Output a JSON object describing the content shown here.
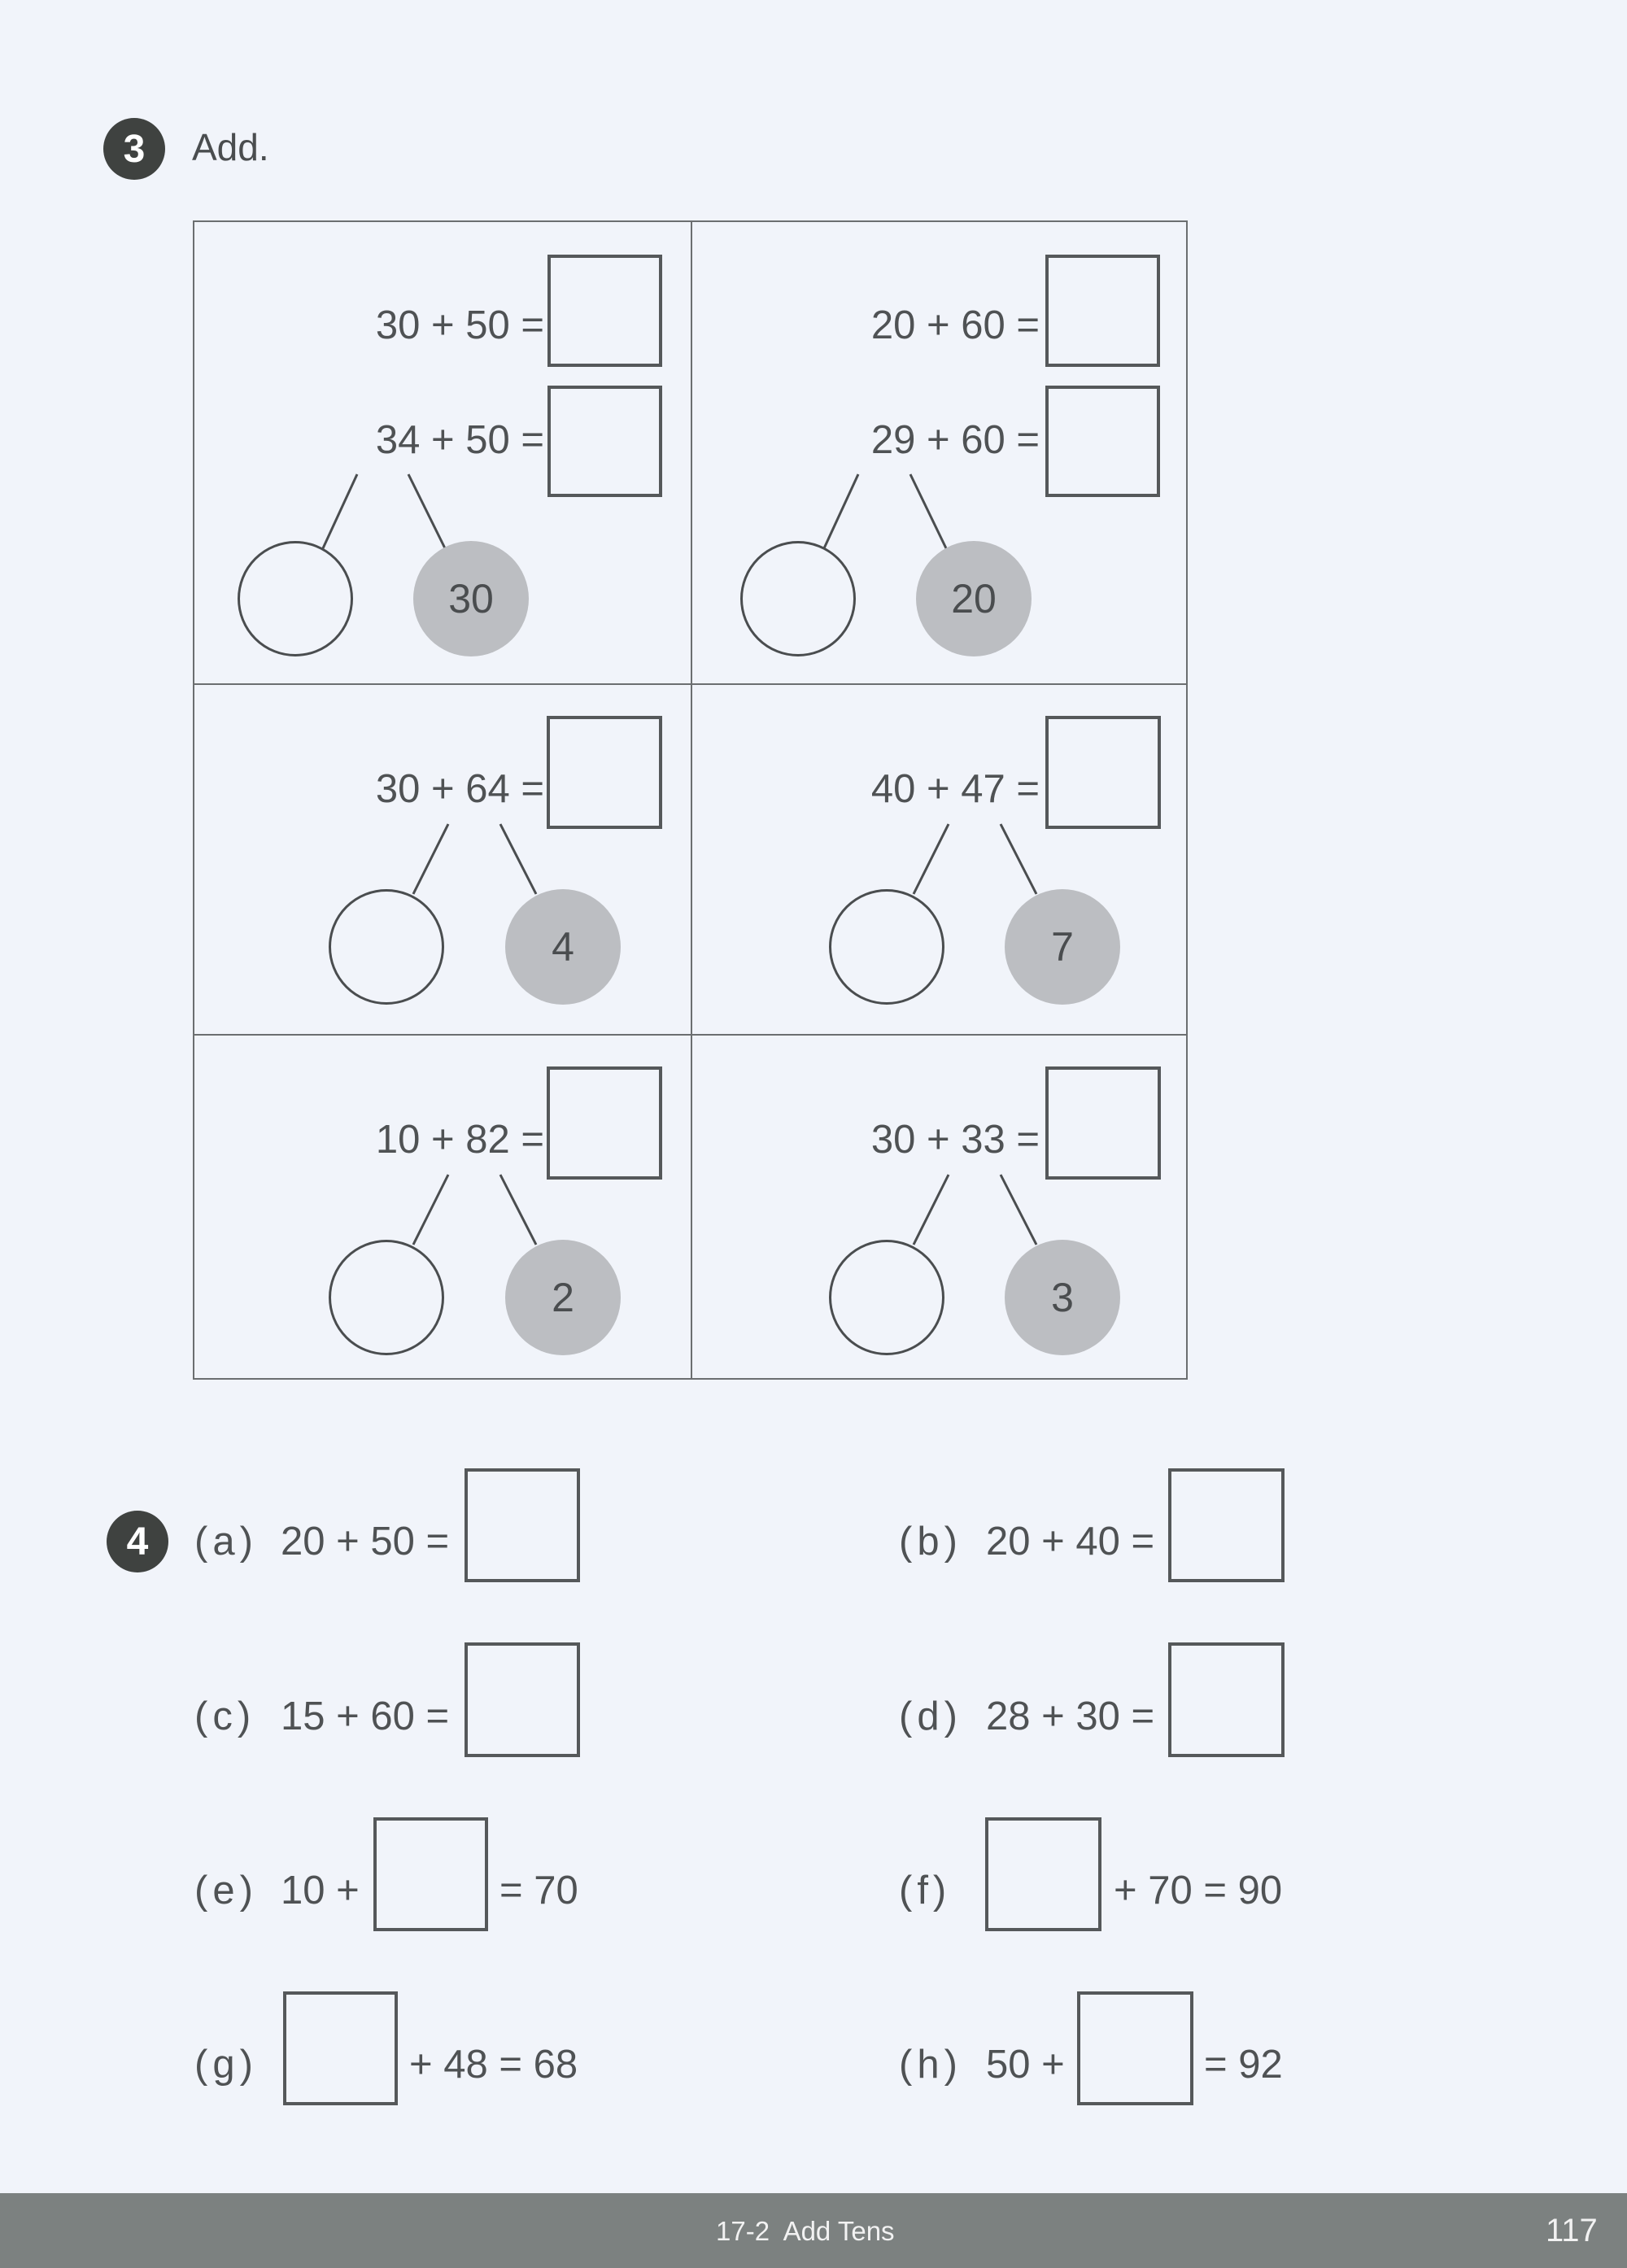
{
  "section3": {
    "number": "3",
    "title": "Add.",
    "cells": [
      {
        "eq1": "30 + 50 =",
        "eq2": "34 + 50 =",
        "bond_given": "30"
      },
      {
        "eq1": "20 + 60 =",
        "eq2": "29 + 60 =",
        "bond_given": "20"
      },
      {
        "eq1": "30 + 64 =",
        "bond_given": "4"
      },
      {
        "eq1": "40 + 47 =",
        "bond_given": "7"
      },
      {
        "eq1": "10 + 82 =",
        "bond_given": "2"
      },
      {
        "eq1": "30 + 33 =",
        "bond_given": "3"
      }
    ]
  },
  "section4": {
    "number": "4",
    "items": [
      {
        "label": "(a)",
        "before": "20 + 50 =",
        "after": ""
      },
      {
        "label": "(b)",
        "before": "20 + 40 =",
        "after": ""
      },
      {
        "label": "(c)",
        "before": "15 + 60 =",
        "after": ""
      },
      {
        "label": "(d)",
        "before": "28 + 30 =",
        "after": ""
      },
      {
        "label": "(e)",
        "before": "10 +",
        "after": "= 70"
      },
      {
        "label": "(f)",
        "before": "",
        "after": "+ 70 = 90"
      },
      {
        "label": "(g)",
        "before": "",
        "after": "+ 48 = 68"
      },
      {
        "label": "(h)",
        "before": "50 +",
        "after": "= 92"
      }
    ]
  },
  "footer": {
    "lesson": "17-2  Add Tens",
    "page_number": "117"
  },
  "colors": {
    "page_bg": "#f1f4fa",
    "ink": "#4f5254",
    "badge": "#3f4240",
    "grey_circle": "#bcbec2",
    "footer_bg": "#7c8180"
  }
}
